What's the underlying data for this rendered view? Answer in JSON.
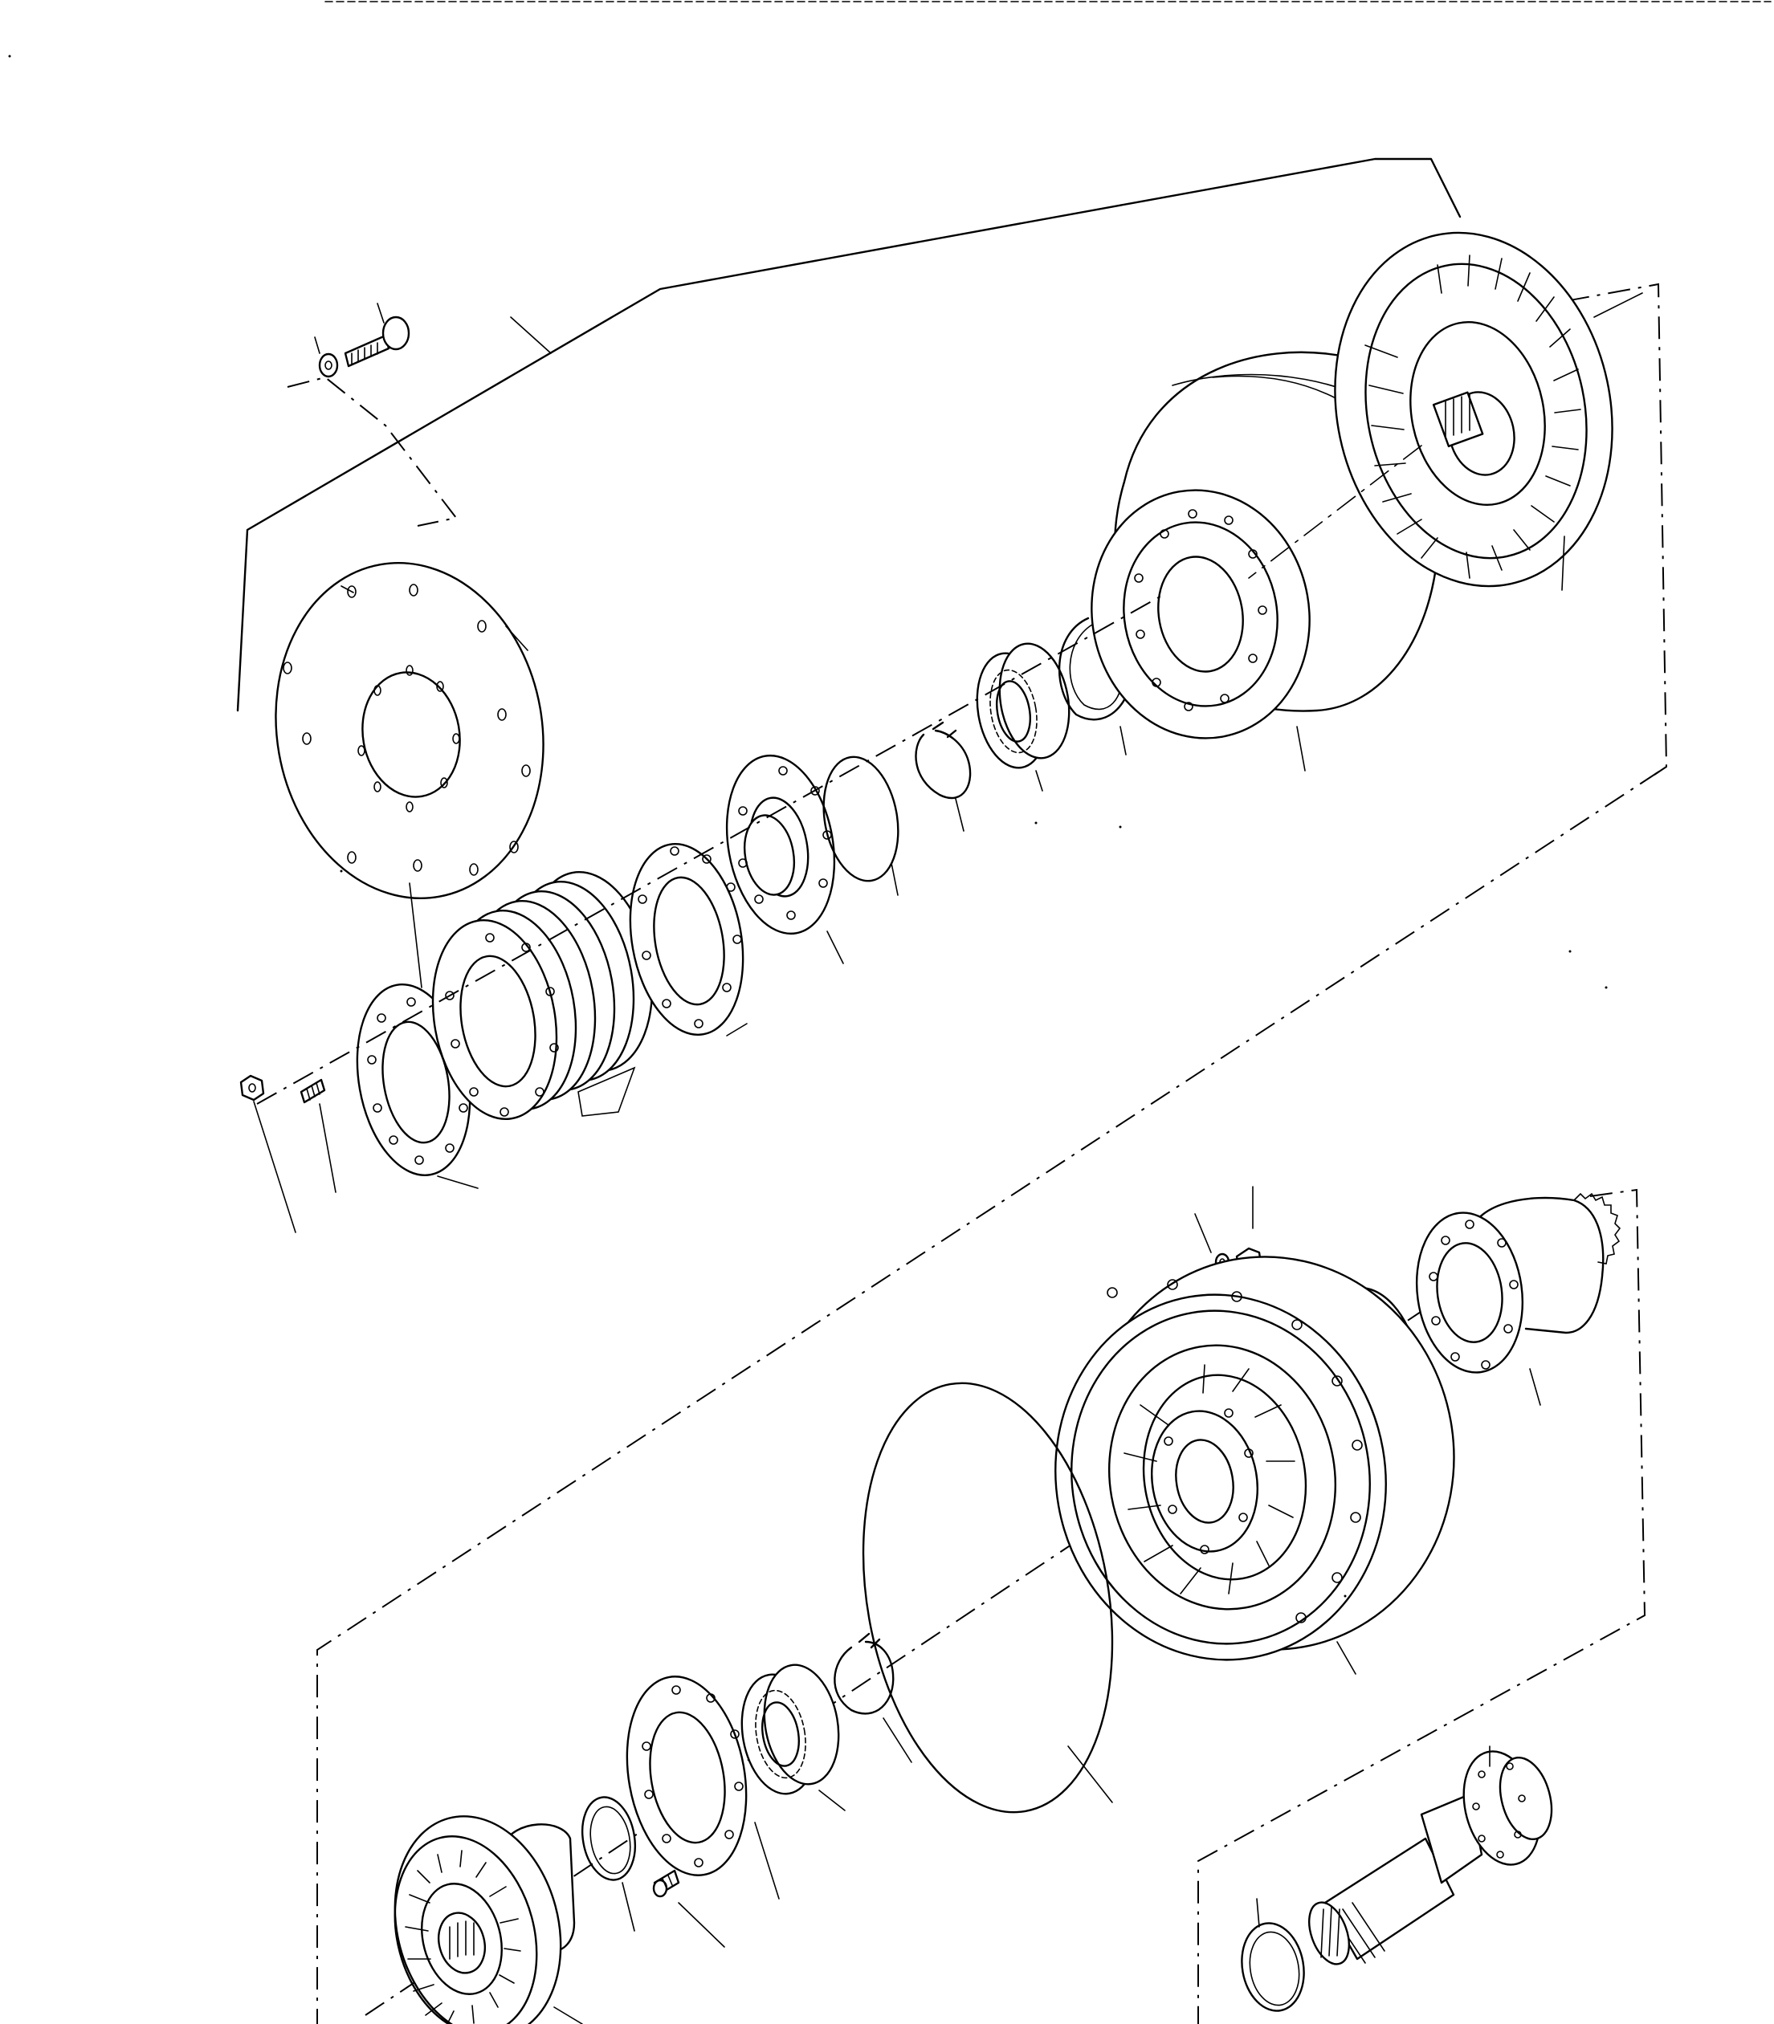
{
  "drawing": {
    "kind": "exploded-parts-view",
    "line_color": "#000000",
    "background_color": "#ffffff",
    "parts": [
      {
        "name": "bolt-with-washer-top"
      },
      {
        "name": "drive-plate"
      },
      {
        "name": "bolt-and-nut-left"
      },
      {
        "name": "flange-plate"
      },
      {
        "name": "plate-stack"
      },
      {
        "name": "spacer-plate"
      },
      {
        "name": "hub-flange"
      },
      {
        "name": "thin-o-ring-upper"
      },
      {
        "name": "snap-ring-upper"
      },
      {
        "name": "ball-bearing-upper"
      },
      {
        "name": "retaining-ring-large"
      },
      {
        "name": "torque-converter-housing"
      },
      {
        "name": "turbine-wheel"
      },
      {
        "name": "bolt-with-washer-mid"
      },
      {
        "name": "gear-hub"
      },
      {
        "name": "o-ring-small"
      },
      {
        "name": "stator-pump-housing"
      },
      {
        "name": "large-seal-ring"
      },
      {
        "name": "snap-ring-lower"
      },
      {
        "name": "ball-bearing-lower"
      },
      {
        "name": "bearing-retainer-plate"
      },
      {
        "name": "circlip-lower"
      },
      {
        "name": "screw-lower"
      },
      {
        "name": "impeller-with-shaft"
      },
      {
        "name": "output-shaft"
      },
      {
        "name": "shaft-seal-ring"
      }
    ]
  }
}
